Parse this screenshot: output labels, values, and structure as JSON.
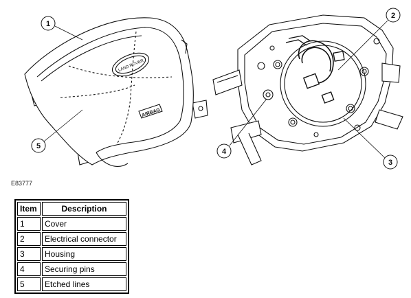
{
  "figure_id": "E83777",
  "callouts": [
    "1",
    "2",
    "3",
    "4",
    "5"
  ],
  "airbag_cover_logo": "LAND ROVER",
  "airbag_cover_text": "AIRBAG",
  "table": {
    "headers": [
      "Item",
      "Description"
    ],
    "rows": [
      {
        "item": "1",
        "description": "Cover"
      },
      {
        "item": "2",
        "description": "Electrical connector"
      },
      {
        "item": "3",
        "description": "Housing"
      },
      {
        "item": "4",
        "description": "Securing pins"
      },
      {
        "item": "5",
        "description": "Etched lines"
      }
    ]
  }
}
